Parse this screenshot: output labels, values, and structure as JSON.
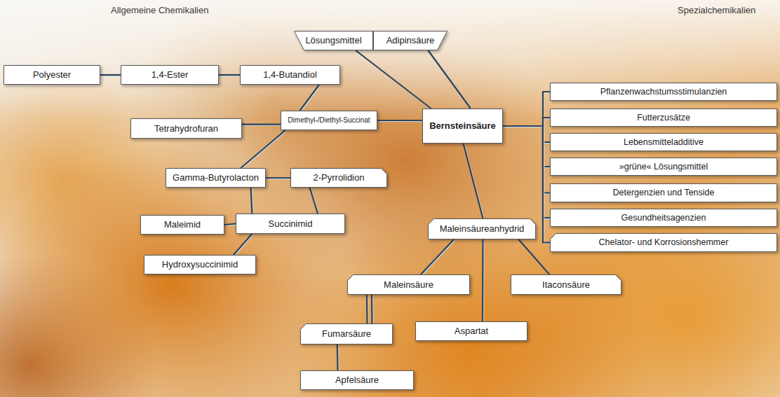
{
  "diagram": {
    "nodes": [
      {
        "text": [
          "Bernsteinsäure"
        ]
      },
      {
        "text": [
          "Lösungsmittel"
        ]
      },
      {
        "text": [
          "Adipinsäure"
        ]
      },
      {
        "text": [
          "Dimethyl-/Diethyl-Succinat"
        ]
      },
      {
        "text": [
          "1,4-Butandiol"
        ]
      },
      {
        "text": [
          "1,4-Ester"
        ]
      },
      {
        "text": [
          "Polyester"
        ]
      },
      {
        "text": [
          "Tetrahydrofuran"
        ]
      },
      {
        "text": [
          "Gamma-Butyrolacton"
        ]
      },
      {
        "text": [
          "2-Pyrrolidion"
        ]
      },
      {
        "text": [
          "Succinimid"
        ]
      },
      {
        "text": [
          "Maleimid"
        ]
      },
      {
        "text": [
          "Hydroxysuccinimid"
        ]
      },
      {
        "text": [
          "Maleinsäureanhydrid"
        ]
      },
      {
        "text": [
          "Maleinsäure"
        ]
      },
      {
        "text": [
          "Itaconsäure"
        ]
      },
      {
        "text": [
          "Fumarsäure"
        ]
      },
      {
        "text": [
          "Aspartat"
        ]
      },
      {
        "text": [
          "Apfelsäure"
        ]
      },
      {
        "text": [
          "Pflanzenwachstumsstimulanzien"
        ]
      },
      {
        "text": [
          "Futterzusätze"
        ]
      },
      {
        "text": [
          "Lebensmitteladditive"
        ]
      },
      {
        "text": [
          "»grüne« Lösungsmittel"
        ]
      },
      {
        "text": [
          "Detergenzien und Tenside"
        ]
      },
      {
        "text": [
          "Gesundheitsagenzien"
        ]
      },
      {
        "text": [
          "Chelator- und Korrosionshemmer"
        ]
      }
    ],
    "edges": [
      {
        "from": 0,
        "to": 1,
        "arrow": "none"
      },
      {
        "from": 0,
        "to": 2,
        "arrow": "none"
      },
      {
        "from": 0,
        "to": 3,
        "arrow": "none"
      },
      {
        "from": 0,
        "to": 13,
        "arrow": "none"
      },
      {
        "from": 0,
        "to": 19,
        "arrow": "none"
      },
      {
        "from": 0,
        "to": 20,
        "arrow": "none"
      },
      {
        "from": 0,
        "to": 21,
        "arrow": "none"
      },
      {
        "from": 0,
        "to": 22,
        "arrow": "none"
      },
      {
        "from": 0,
        "to": 23,
        "arrow": "none"
      },
      {
        "from": 0,
        "to": 24,
        "arrow": "none"
      },
      {
        "from": 0,
        "to": 25,
        "arrow": "none"
      },
      {
        "from": 3,
        "to": 4,
        "arrow": "none"
      },
      {
        "from": 3,
        "to": 7,
        "arrow": "none"
      },
      {
        "from": 3,
        "to": 8,
        "arrow": "none"
      },
      {
        "from": 4,
        "to": 5,
        "arrow": "none"
      },
      {
        "from": 5,
        "to": 6,
        "arrow": "none"
      },
      {
        "from": 8,
        "to": 9,
        "arrow": "none"
      },
      {
        "from": 8,
        "to": 10,
        "arrow": "none"
      },
      {
        "from": 9,
        "to": 10,
        "arrow": "none"
      },
      {
        "from": 10,
        "to": 11,
        "arrow": "none"
      },
      {
        "from": 10,
        "to": 12,
        "arrow": "none"
      },
      {
        "from": 13,
        "to": 14,
        "arrow": "none"
      },
      {
        "from": 13,
        "to": 15,
        "arrow": "none"
      },
      {
        "from": 13,
        "to": 17,
        "arrow": "none"
      },
      {
        "from": 14,
        "to": 16,
        "arrow": "none"
      },
      {
        "from": 16,
        "to": 18,
        "arrow": "none"
      }
    ],
    "labels": [
      "Allgemeine Chemikalien",
      "Spezialchemikalien"
    ]
  }
}
